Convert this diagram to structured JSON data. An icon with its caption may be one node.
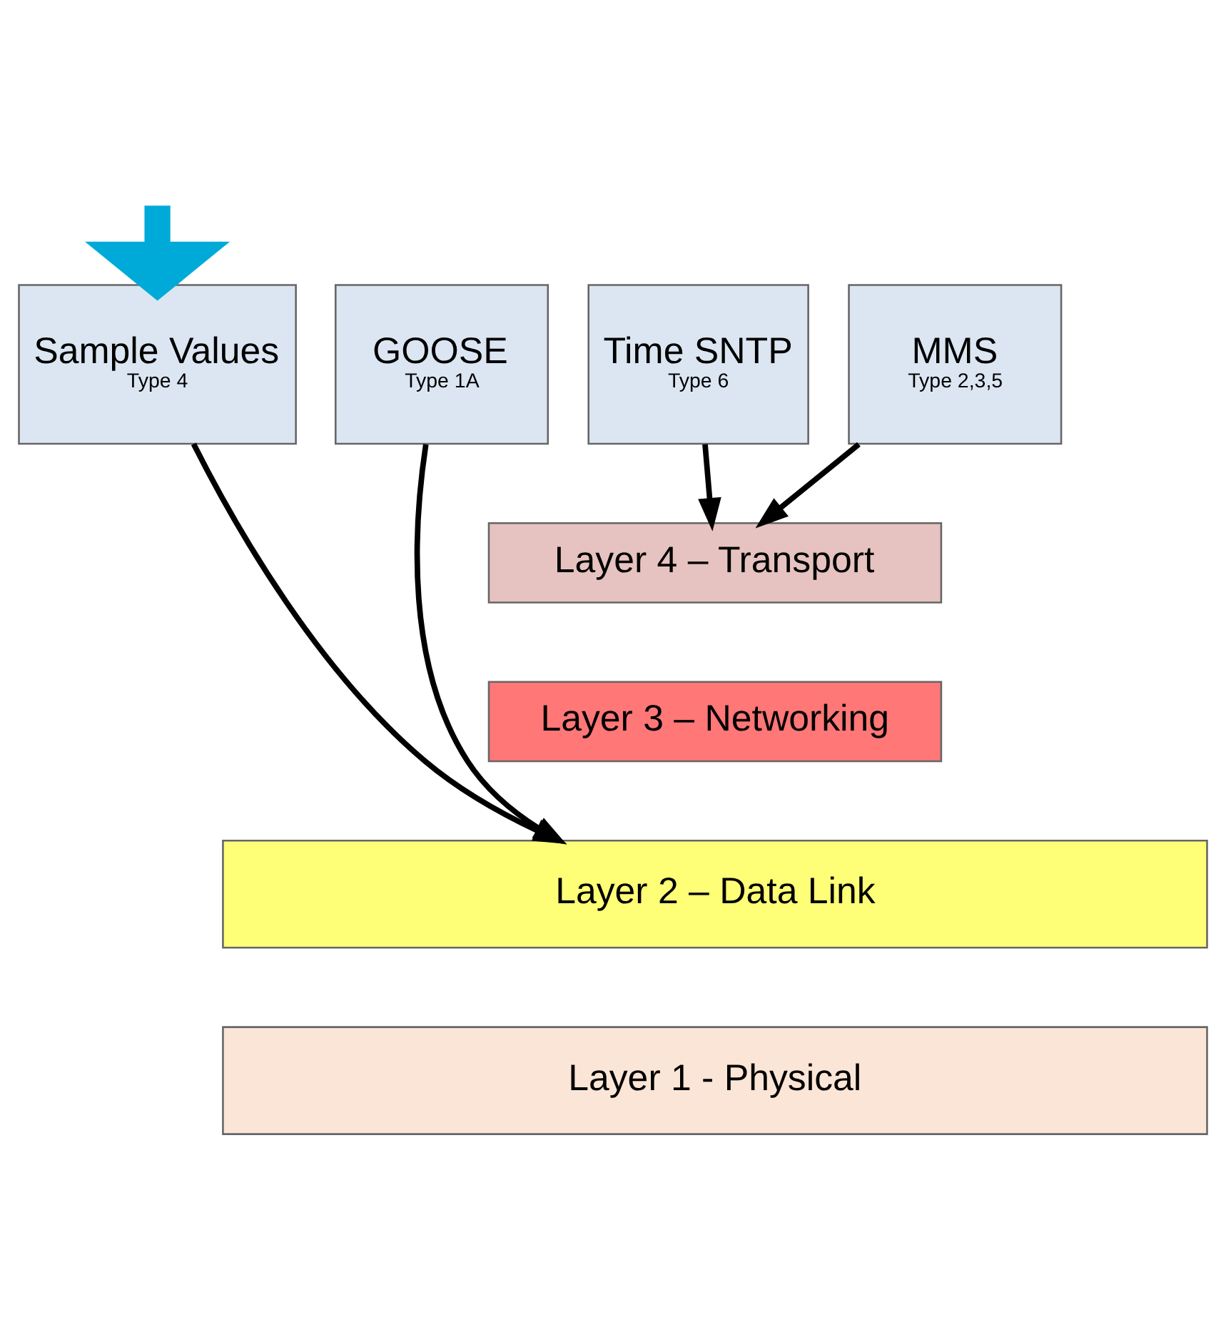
{
  "diagram": {
    "nodes": [
      {
        "text": [
          "Sample Values",
          "Type 4"
        ]
      },
      {
        "text": [
          "GOOSE",
          "Type 1A"
        ]
      },
      {
        "text": [
          "Time SNTP",
          "Type 6"
        ]
      },
      {
        "text": [
          "MMS",
          "Type 2,3,5"
        ]
      },
      {
        "text": [
          "Layer 4 – Transport"
        ]
      },
      {
        "text": [
          "Layer 3 – Networking"
        ]
      },
      {
        "text": [
          "Layer 2 – Data Link"
        ]
      },
      {
        "text": [
          "Layer 1 - Physical"
        ]
      }
    ],
    "edges": [
      {
        "from": null,
        "to": 0,
        "arrow": "to",
        "style": "thick",
        "color": "#00aad8"
      },
      {
        "from": 0,
        "to": 6,
        "arrow": "to"
      },
      {
        "from": 1,
        "to": 6,
        "arrow": "to"
      },
      {
        "from": 2,
        "to": 4,
        "arrow": "to"
      },
      {
        "from": 3,
        "to": 4,
        "arrow": "to"
      }
    ]
  }
}
